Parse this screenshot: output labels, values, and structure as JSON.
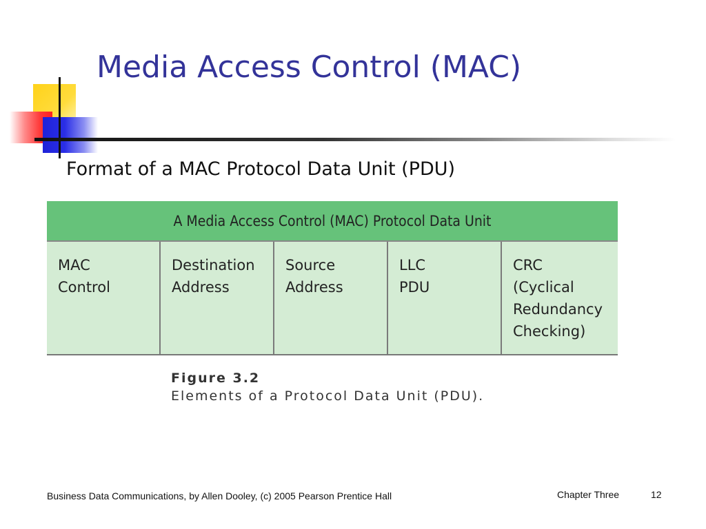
{
  "slide": {
    "title": "Media Access Control (MAC)",
    "subtitle": "Format of a MAC Protocol Data Unit (PDU)"
  },
  "figure": {
    "header": "A Media Access Control (MAC) Protocol Data Unit",
    "cells": [
      "MAC\nControl",
      "Destination\nAddress",
      "Source\nAddress",
      "LLC\nPDU",
      "CRC\n(Cyclical\nRedundancy\nChecking)"
    ],
    "caption_number": "Figure 3.2",
    "caption_text": "Elements of a Protocol Data Unit (PDU)."
  },
  "footer": {
    "source": "Business Data Communications, by Allen Dooley, (c) 2005 Pearson Prentice Hall",
    "chapter": "Chapter Three",
    "page": "12"
  },
  "colors": {
    "title": "#333399",
    "header_green": "#66c27a",
    "cell_green": "#d4ecd4"
  }
}
